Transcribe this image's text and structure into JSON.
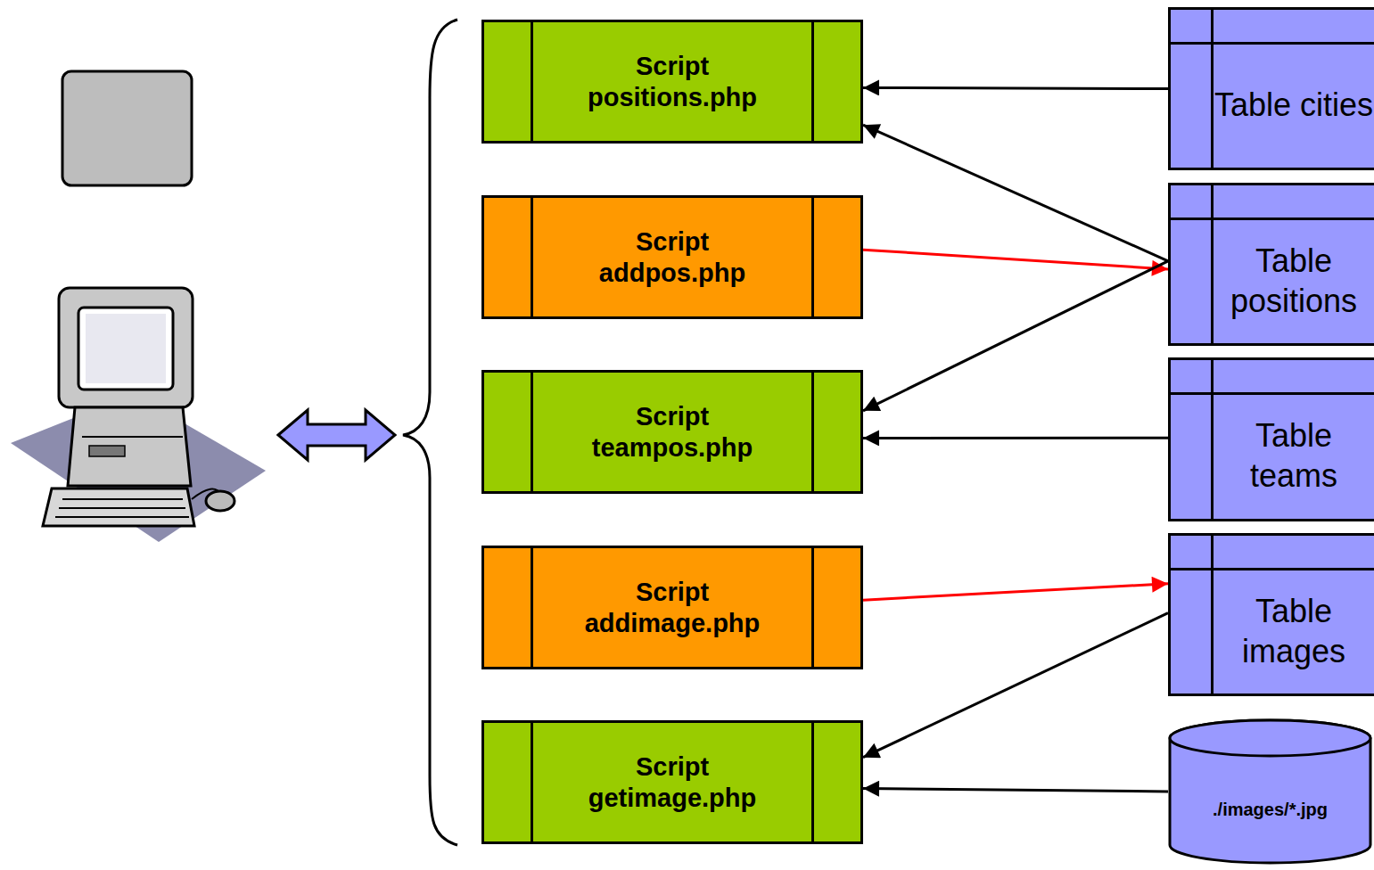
{
  "diagram": {
    "nodes": [
      {
        "text": [
          "Script positions.php"
        ]
      },
      {
        "text": [
          "Script addpos.php"
        ]
      },
      {
        "text": [
          "Script teampos.php"
        ]
      },
      {
        "text": [
          "Script addimage.php"
        ]
      },
      {
        "text": [
          "Script getimage.php"
        ]
      },
      {
        "text": [
          "Table cities"
        ]
      },
      {
        "text": [
          "Table positions"
        ]
      },
      {
        "text": [
          "Table teams"
        ]
      },
      {
        "text": [
          "Table images"
        ]
      },
      {
        "text": [
          "./images/*.jpg"
        ]
      }
    ],
    "edges": [
      {
        "from": 5,
        "to": 0,
        "arrow": "to"
      },
      {
        "from": 6,
        "to": 0,
        "arrow": "to"
      },
      {
        "from": 1,
        "to": 6,
        "arrow": "to"
      },
      {
        "from": 6,
        "to": 2,
        "arrow": "to"
      },
      {
        "from": 7,
        "to": 2,
        "arrow": "to"
      },
      {
        "from": 3,
        "to": 8,
        "arrow": "to"
      },
      {
        "from": 8,
        "to": 4,
        "arrow": "to"
      },
      {
        "from": 9,
        "to": 4,
        "arrow": "to"
      }
    ]
  }
}
